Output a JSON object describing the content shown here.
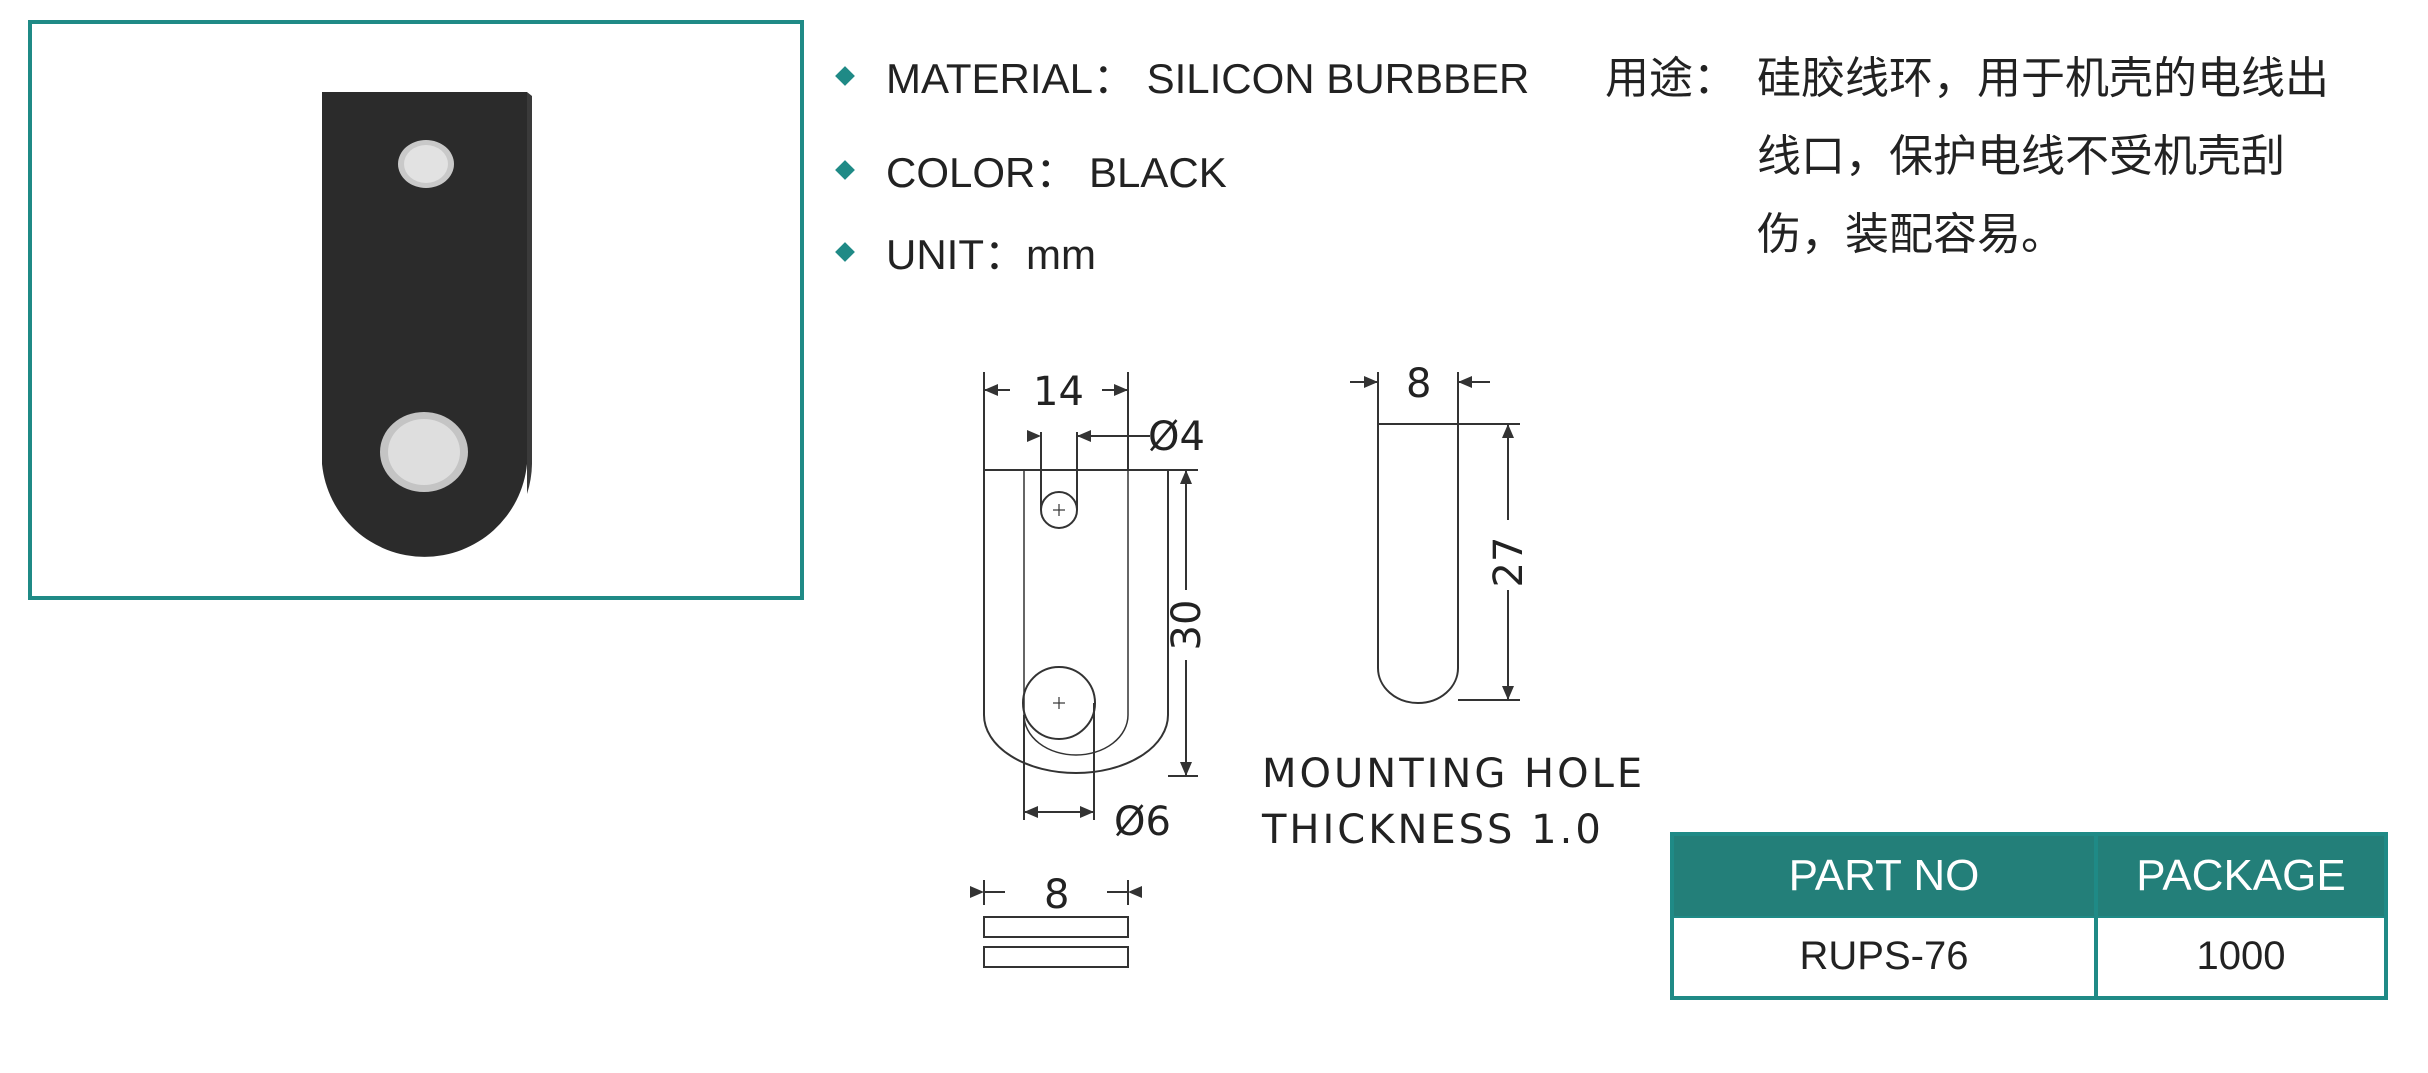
{
  "specs": {
    "material": "MATERIAL： SILICON BURBBER",
    "color": "COLOR： BLACK",
    "unit": "UNIT：mm"
  },
  "usage": {
    "label": "用途：",
    "lines": [
      "硅胶线环，用于机壳的电线出",
      "线口，保护电线不受机壳刮",
      "伤，装配容易。"
    ]
  },
  "drawing": {
    "dim_width": "14",
    "dim_small_hole": "Ø4",
    "dim_length": "30",
    "dim_large_hole": "Ø6",
    "dim_bottom_width": "8",
    "dim_side_width": "8",
    "dim_side_height": "27",
    "note_line1": "MOUNTING HOLE",
    "note_line2": "THICKNESS 1.0"
  },
  "table": {
    "headers": [
      "PART NO",
      "PACKAGE"
    ],
    "rows": [
      [
        "RUPS-76",
        "1000"
      ]
    ]
  },
  "colors": {
    "accent": "#1f8a86",
    "header_bg": "#237f79",
    "part": "#2b2b2b"
  }
}
